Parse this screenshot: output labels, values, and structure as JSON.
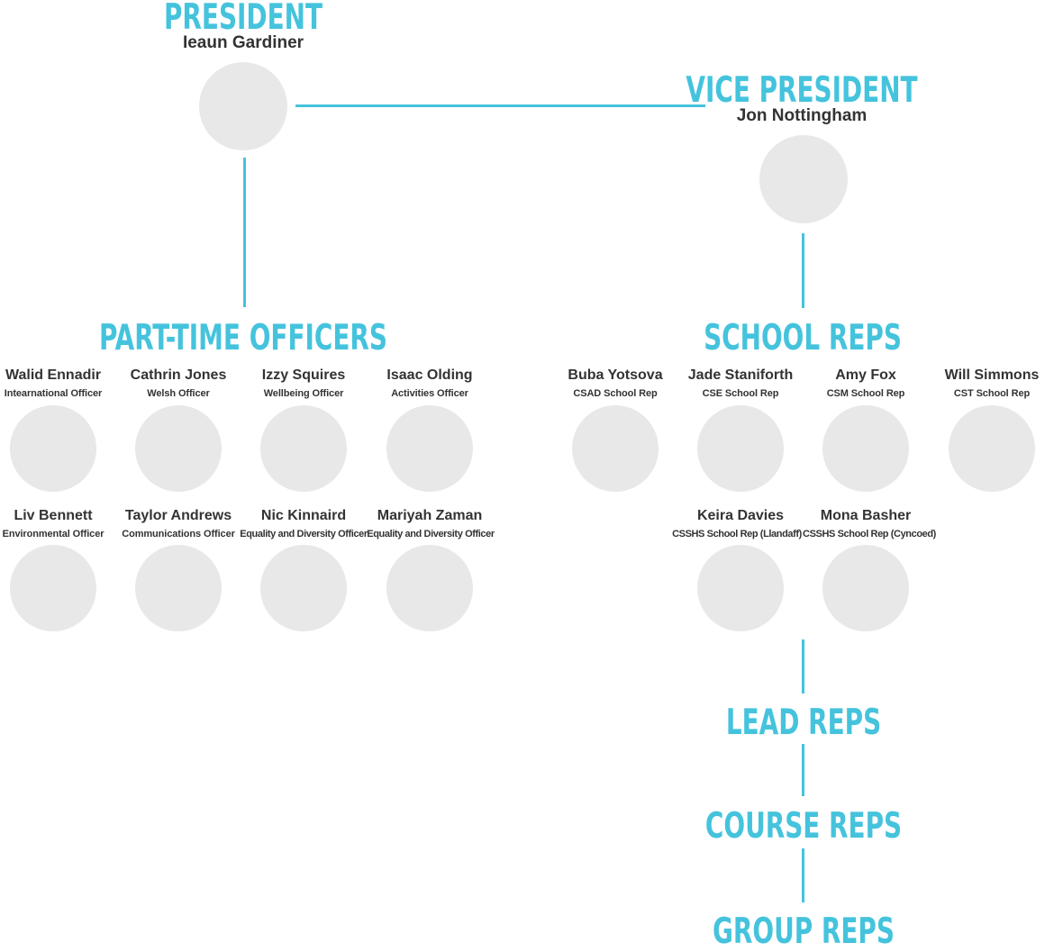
{
  "president": {
    "title": "PRESIDENT",
    "name": "Ieaun Gardiner"
  },
  "vice_president": {
    "title": "VICE PRESIDENT",
    "name": "Jon Nottingham"
  },
  "part_time_officers": {
    "title": "PART-TIME OFFICERS",
    "members": [
      {
        "name": "Walid Ennadir",
        "role": "Intearnational Officer"
      },
      {
        "name": "Cathrin Jones",
        "role": "Welsh Officer"
      },
      {
        "name": "Izzy Squires",
        "role": "Wellbeing Officer"
      },
      {
        "name": "Isaac Olding",
        "role": "Activities Officer"
      },
      {
        "name": "Liv Bennett",
        "role": "Environmental Officer"
      },
      {
        "name": "Taylor Andrews",
        "role": "Communications Officer"
      },
      {
        "name": "Nic Kinnaird",
        "role": "Equality and Diversity Officer"
      },
      {
        "name": "Mariyah Zaman",
        "role": "Equality and Diversity Officer"
      }
    ]
  },
  "school_reps": {
    "title": "SCHOOL REPS",
    "members": [
      {
        "name": "Buba Yotsova",
        "role": "CSAD School Rep"
      },
      {
        "name": "Jade Staniforth",
        "role": "CSE School Rep"
      },
      {
        "name": "Amy Fox",
        "role": "CSM School Rep"
      },
      {
        "name": "Will Simmons",
        "role": "CST School Rep"
      },
      {
        "name": "Keira Davies",
        "role": "CSSHS School Rep (Llandaff)"
      },
      {
        "name": "Mona Basher",
        "role": "CSSHS School Rep (Cyncoed)"
      }
    ]
  },
  "lead_reps": {
    "title": "LEAD REPS"
  },
  "course_reps": {
    "title": "COURSE REPS"
  },
  "group_reps": {
    "title": "GROUP REPS"
  }
}
